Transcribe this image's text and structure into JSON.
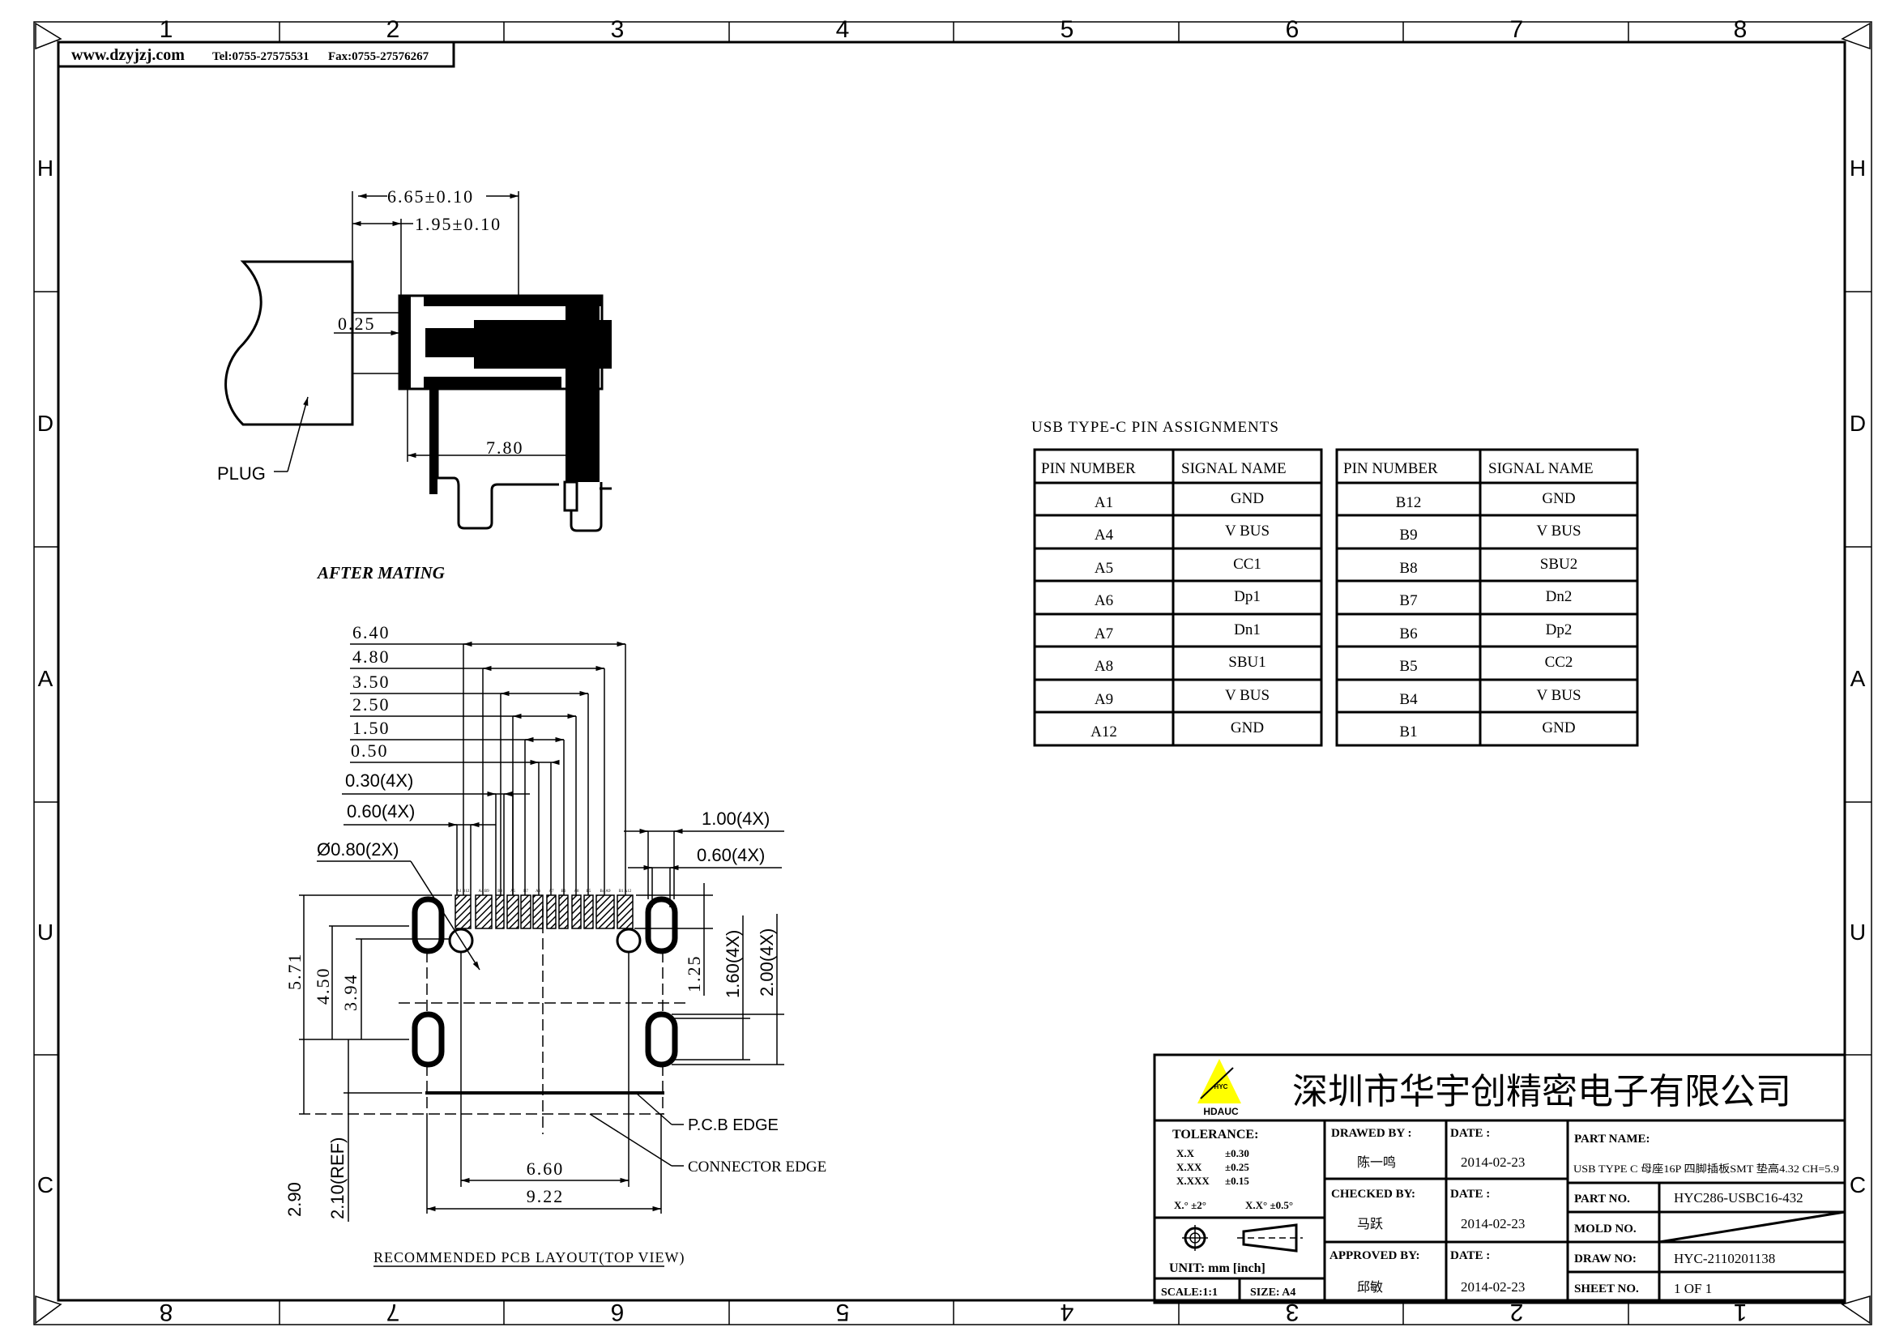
{
  "header": {
    "website": "www.dzyjzj.com",
    "tel": "Tel:0755-27575531",
    "fax": "Fax:0755-27576267"
  },
  "frame": {
    "top_columns": [
      "1",
      "2",
      "3",
      "4",
      "5",
      "6",
      "7",
      "8"
    ],
    "bottom_columns": [
      "8",
      "7",
      "6",
      "5",
      "4",
      "3",
      "2",
      "1"
    ],
    "rows": [
      "H",
      "D",
      "A",
      "U",
      "C"
    ]
  },
  "side_view": {
    "dim_overall": "6.65±0.10",
    "dim_front": "1.95±0.10",
    "dim_gap": "0.25",
    "dim_length": "7.80",
    "plug_label": "PLUG",
    "caption": "AFTER MATING"
  },
  "pcb_layout": {
    "dims": {
      "d640": "6.40",
      "d480": "4.80",
      "d350": "3.50",
      "d250": "2.50",
      "d150": "1.50",
      "d050": "0.50",
      "d030_4x": "0.30(4X)",
      "d060_4x": "0.60(4X)",
      "d080_2x": "Ø0.80(2X)",
      "d100_4x_r": "1.00(4X)",
      "d060_4x_r": "0.60(4X)",
      "d571": "5.71",
      "d450": "4.50",
      "d394": "3.94",
      "d290": "2.90",
      "d210ref": "2.10(REF)",
      "d125": "1.25",
      "d160_4x": "1.60(4X)",
      "d200_4x": "2.00(4X)",
      "d660": "6.60",
      "d922": "9.22"
    },
    "pad_labels": [
      "A1 B12",
      "A4 B9",
      "B8",
      "A5",
      "B7",
      "A6",
      "A7",
      "B6",
      "A8",
      "B5",
      "B4 A9",
      "B1 A12"
    ],
    "pcb_edge_label": "P.C.B EDGE",
    "connector_edge_label": "CONNECTOR EDGE",
    "caption": "RECOMMENDED PCB LAYOUT(TOP VIEW)"
  },
  "pin_table": {
    "title": "USB TYPE-C PIN ASSIGNMENTS",
    "headers": [
      "PIN NUMBER",
      "SIGNAL NAME"
    ],
    "left": [
      {
        "pin": "A1",
        "signal": "GND"
      },
      {
        "pin": "A4",
        "signal": "V BUS"
      },
      {
        "pin": "A5",
        "signal": "CC1"
      },
      {
        "pin": "A6",
        "signal": "Dp1"
      },
      {
        "pin": "A7",
        "signal": "Dn1"
      },
      {
        "pin": "A8",
        "signal": "SBU1"
      },
      {
        "pin": "A9",
        "signal": "V BUS"
      },
      {
        "pin": "A12",
        "signal": "GND"
      }
    ],
    "right": [
      {
        "pin": "B12",
        "signal": "GND"
      },
      {
        "pin": "B9",
        "signal": "V BUS"
      },
      {
        "pin": "B8",
        "signal": "SBU2"
      },
      {
        "pin": "B7",
        "signal": "Dn2"
      },
      {
        "pin": "B6",
        "signal": "Dp2"
      },
      {
        "pin": "B5",
        "signal": "CC2"
      },
      {
        "pin": "B4",
        "signal": "V BUS"
      },
      {
        "pin": "B1",
        "signal": "GND"
      }
    ]
  },
  "title_block": {
    "logo_text": "HDAUC",
    "company": "深圳市华宇创精密电子有限公司",
    "tolerance_label": "TOLERANCE:",
    "tol_x": "X.X",
    "tol_x_val": "±0.30",
    "tol_xx": "X.XX",
    "tol_xx_val": "±0.25",
    "tol_xxx": "X.XXX",
    "tol_xxx_val": "±0.15",
    "tol_angle_1": "X.° ±2°",
    "tol_angle_2": "X.X° ±0.5°",
    "unit": "UNIT:  mm  [inch]",
    "scale": "SCALE:1:1",
    "size": "SIZE:  A4",
    "drawed_by_label": "DRAWED  BY :",
    "drawed_by": "陈一鸣",
    "checked_by_label": "CHECKED  BY:",
    "checked_by": "马跃",
    "approved_by_label": "APPROVED  BY:",
    "approved_by": "邱敏",
    "date_label": "DATE  :",
    "date_drawed": "2014-02-23",
    "date_checked": "2014-02-23",
    "date_approved": "2014-02-23",
    "part_name_label": "PART  NAME:",
    "part_name": "USB TYPE C 母座16P 四脚插板SMT 垫高4.32 CH=5.9",
    "part_no_label": "PART  NO.",
    "part_no": "HYC286-USBC16-432",
    "mold_no_label": "MOLD  NO.",
    "draw_no_label": "DRAW  NO:",
    "draw_no": "HYC-2110201138",
    "sheet_no_label": "SHEET  NO.",
    "sheet_no": "1  OF  1",
    "logo_color": "#ffff00"
  }
}
